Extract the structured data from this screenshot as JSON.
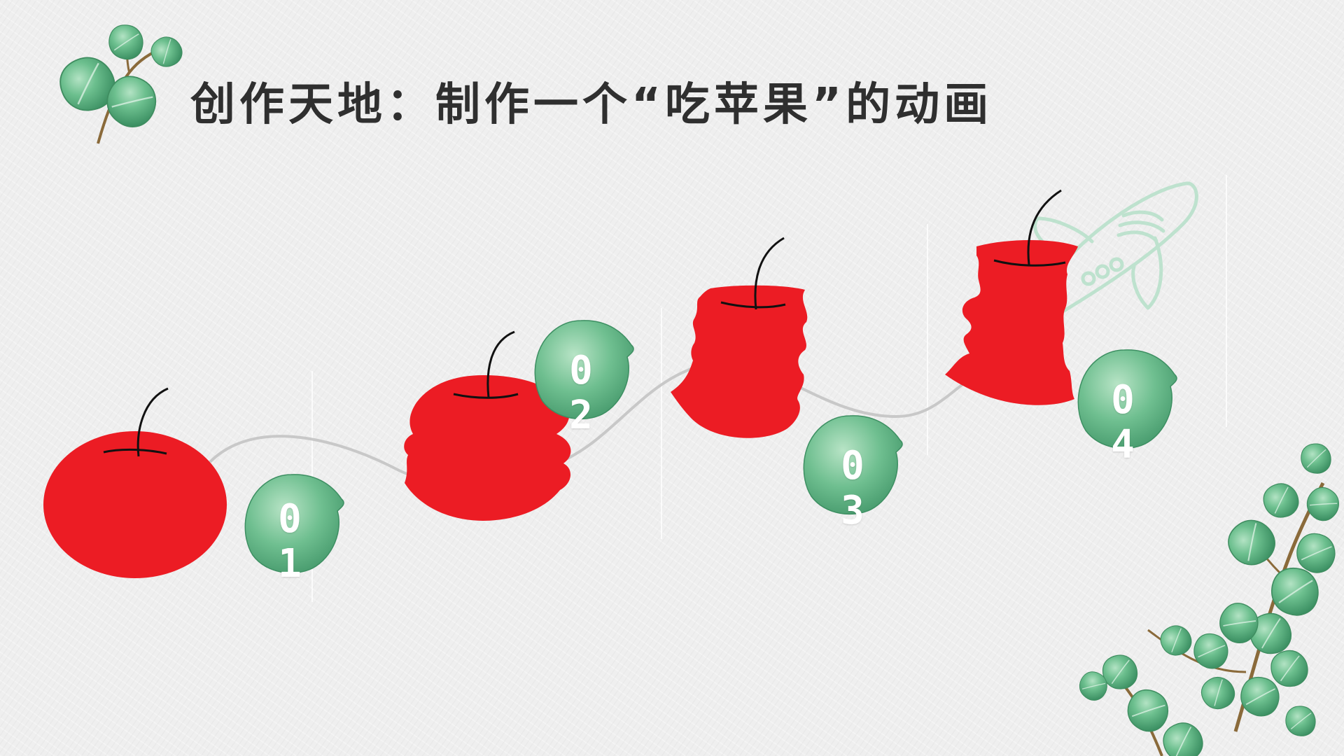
{
  "slide": {
    "title": "创作天地：制作一个“吃苹果”的动画"
  },
  "steps": [
    {
      "number": "01",
      "apple_state": "whole"
    },
    {
      "number": "02",
      "apple_state": "one bite"
    },
    {
      "number": "03",
      "apple_state": "several bites"
    },
    {
      "number": "04",
      "apple_state": "core"
    }
  ],
  "colors": {
    "apple": "#ec1c24",
    "stem": "#111111",
    "badge_leaf": "#6cbf8e",
    "connector_line": "#c8c8c8",
    "title": "#2f2f2f"
  },
  "decorations": {
    "top_left": "eucalyptus-branch",
    "bottom_right": "eucalyptus-branch",
    "background": "rocket-sketch"
  }
}
